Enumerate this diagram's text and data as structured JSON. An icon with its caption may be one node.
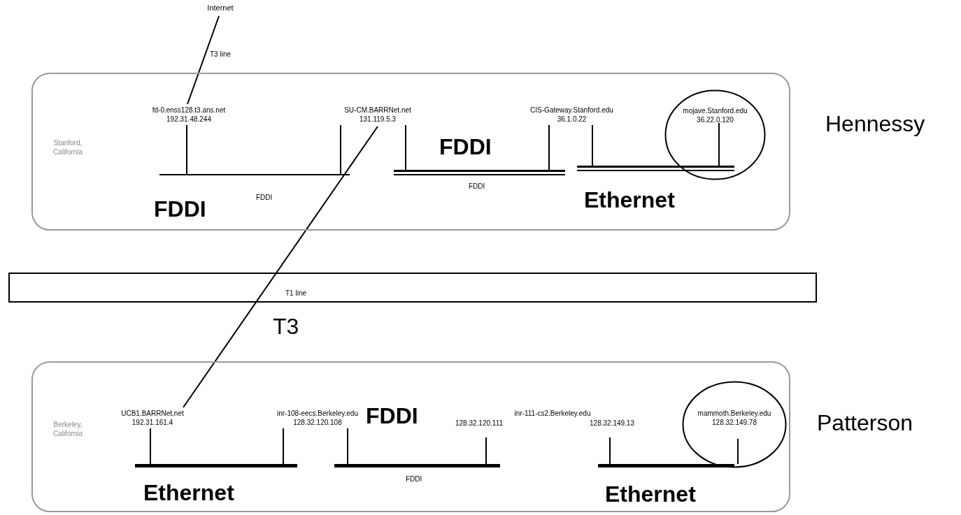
{
  "diagram": {
    "nodes": [
      {
        "text": [
          "Internet"
        ]
      },
      {
        "text": [
          "Stanford, California"
        ]
      },
      {
        "text": [
          "fd-0.enss128.t3.ans.net",
          "192.31.48.244"
        ],
        "in": 1
      },
      {
        "text": [
          "SU-CM.BARRNet.net",
          "131.119.5.3"
        ],
        "in": 1
      },
      {
        "text": [
          "CIS-Gateway.Stanford.edu",
          "36.1.0.22"
        ],
        "in": 1
      },
      {
        "text": [
          "mojave.Stanford.edu",
          "36.22.0.120"
        ],
        "in": 1
      },
      {
        "text": [],
        "shape": "bar",
        "in": 1,
        "beside": [
          "FDDI",
          "FDDI"
        ]
      },
      {
        "text": [],
        "shape": "bar",
        "in": 1,
        "beside": [
          "FDDI",
          "FDDI"
        ]
      },
      {
        "text": [],
        "shape": "bar",
        "in": 1,
        "beside": [
          "Ethernet"
        ]
      },
      {
        "text": [
          "Berkeley, California"
        ]
      },
      {
        "text": [
          "UCB1.BARRNet.net",
          "192.31.161.4"
        ],
        "in": 9
      },
      {
        "text": [
          "inr-108-eecs.Berkeley.edu",
          "128.32.120.108"
        ],
        "in": 9
      },
      {
        "text": [
          "inr-111-cs2.Berkeley.edu",
          "128.32.120.111",
          "128.32.149.13"
        ],
        "in": 9
      },
      {
        "text": [
          "mammoth.Berkeley.edu",
          "128.32.149.78"
        ],
        "in": 9
      },
      {
        "text": [],
        "shape": "bar",
        "in": 9,
        "beside": [
          "Ethernet"
        ]
      },
      {
        "text": [],
        "shape": "bar",
        "in": 9,
        "beside": [
          "FDDI"
        ]
      },
      {
        "text": [],
        "shape": "bar",
        "in": 9,
        "beside": [
          "Ethernet"
        ]
      }
    ],
    "edges": [
      {
        "from": 0,
        "to": 2,
        "arrow": "none",
        "label": "T3 line"
      },
      {
        "from": 3,
        "to": 10,
        "arrow": "none",
        "label": "T3"
      },
      {
        "from": 2,
        "to": 6,
        "arrow": "none"
      },
      {
        "from": 3,
        "to": 6,
        "arrow": "none"
      },
      {
        "from": 3,
        "to": 7,
        "arrow": "none"
      },
      {
        "from": 4,
        "to": 7,
        "arrow": "none"
      },
      {
        "from": 4,
        "to": 8,
        "arrow": "none"
      },
      {
        "from": 5,
        "to": 8,
        "arrow": "none"
      },
      {
        "from": 10,
        "to": 14,
        "arrow": "none"
      },
      {
        "from": 11,
        "to": 14,
        "arrow": "none"
      },
      {
        "from": 11,
        "to": 15,
        "arrow": "none"
      },
      {
        "from": 12,
        "to": 15,
        "arrow": "none"
      },
      {
        "from": 12,
        "to": 16,
        "arrow": "none"
      },
      {
        "from": 13,
        "to": 16,
        "arrow": "none"
      }
    ],
    "labels": [
      "Hennessy",
      "T1 line",
      "FDDI",
      "Patterson"
    ]
  }
}
